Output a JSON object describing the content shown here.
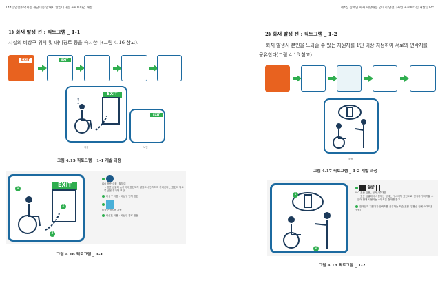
{
  "left_page": {
    "header": "144 | 안전취약계층 재난대응 안내시 안전디자인 프로토타입 개발",
    "heading": "1) 화재 발생 전 : 픽토그램 _ 1-1",
    "body": "시설의 비상구 위치 및 대피경로 등을 숙지한다(그림 4.16 참고).",
    "fig_415": {
      "exit_label": "EXIT",
      "labels": [
        "최종",
        "노인"
      ],
      "caption": "그림 4.15 픽토그램 _ 1-1 개발 과정"
    },
    "fig_416": {
      "exit_label": "EXIT",
      "markers": [
        "1",
        "2",
        "3"
      ],
      "legend": [
        "ISO 표준 심볼_ 휠체어",
        "→ 표준 심볼에 손가락이 표현되지 않았으나 인지하여 가리킨다는 표현이 되도록 손을 추가해 보완",
        "비상구 사용 : 비상구 인지 표현",
        "비상구 표시등 사용",
        "화살표 사용 : 비상구 경로 표현"
      ],
      "caption": "그림 4.16 픽토그램 _ 1-1"
    }
  },
  "right_page": {
    "header": "제4장 장애인 화재 재난대응 안내시 안전디자인 프로토타입 개발 | 145",
    "heading": "2) 화재 발생 전 : 픽토그램 _ 1-2",
    "body": "화재 발생시 본인을 도와줄 수 있는 지원자를 1인 이상 지정하여 서로의 연락처를 공유한다(그림 4.18 참고).",
    "fig_417": {
      "labels": [
        "최종"
      ],
      "caption": "그림 4.17 픽토그램 _ 1-2 개발 과정"
    },
    "fig_418": {
      "markers": [
        "1",
        "2"
      ],
      "legend": [
        "ISO 표준 심볼_ 전화 / 휴대폰",
        "→ 표준 심볼에서 사용되는 형태는 구시대적 표현으로, 인식하기 어려울 수 있어 현재 사용되는 스마트폰 형태를 참고",
        "장애인과 지원자가 연락처를 공유하는 모습 표현 (말풍선 안에 스마트폰 표현)"
      ],
      "caption": "그림 4.18 픽토그램 _ 1-2"
    }
  },
  "colors": {
    "accent_blue": "#1c6aa0",
    "exit_green": "#2fae4f",
    "orange": "#e8621f"
  }
}
